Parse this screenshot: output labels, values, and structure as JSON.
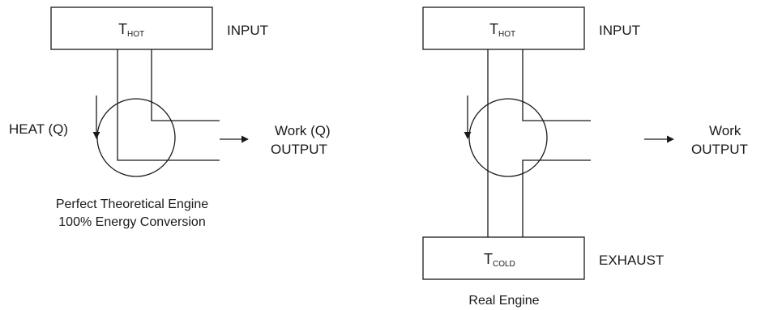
{
  "perfect_engine": {
    "hot_reservoir": {
      "symbol": "T",
      "subscript": "HOT"
    },
    "input_label": "INPUT",
    "heat_label": "HEAT (Q)",
    "work_label": "Work (Q)",
    "output_label": "OUTPUT",
    "caption_line1": "Perfect Theoretical Engine",
    "caption_line2": "100% Energy Conversion"
  },
  "real_engine": {
    "hot_reservoir": {
      "symbol": "T",
      "subscript": "HOT"
    },
    "input_label": "INPUT",
    "cold_reservoir": {
      "symbol": "T",
      "subscript": "COLD"
    },
    "exhaust_label": "EXHAUST",
    "work_label": "Work",
    "output_label": "OUTPUT",
    "caption": "Real Engine"
  }
}
